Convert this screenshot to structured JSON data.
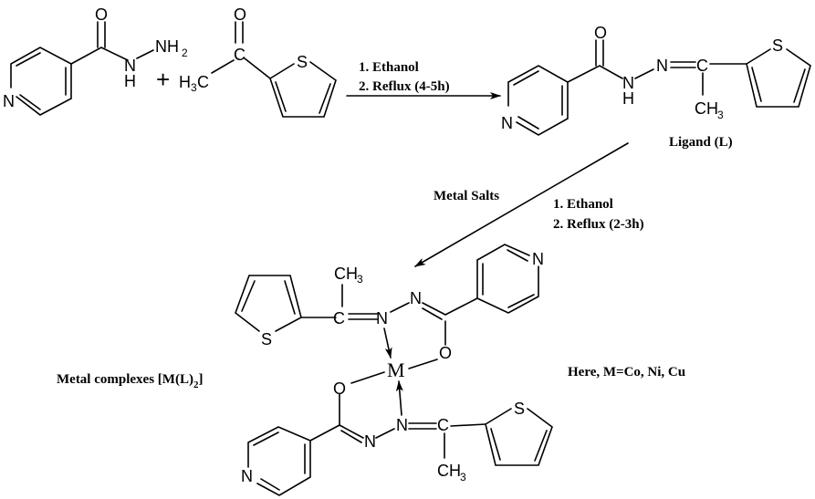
{
  "atoms": {
    "N": "N",
    "O": "O",
    "S": "S",
    "C": "C",
    "H": "H",
    "M": "M",
    "NH2": "NH",
    "H3C_H": "H",
    "H3C_C": "C",
    "CH3": "CH",
    "sub2": "2",
    "sub3": "3",
    "plus": "+"
  },
  "step1": {
    "line1": "1. Ethanol",
    "line2": "2. Reflux (4-5h)"
  },
  "ligand_label": "Ligand (L)",
  "step2": {
    "reagent": "Metal Salts",
    "line1": "1. Ethanol",
    "line2": "2. Reflux (2-3h)"
  },
  "complex_label": {
    "text": "Metal complexes [M(L)",
    "sub": "2",
    "close": "]"
  },
  "note": "Here, M=Co, Ni, Cu"
}
